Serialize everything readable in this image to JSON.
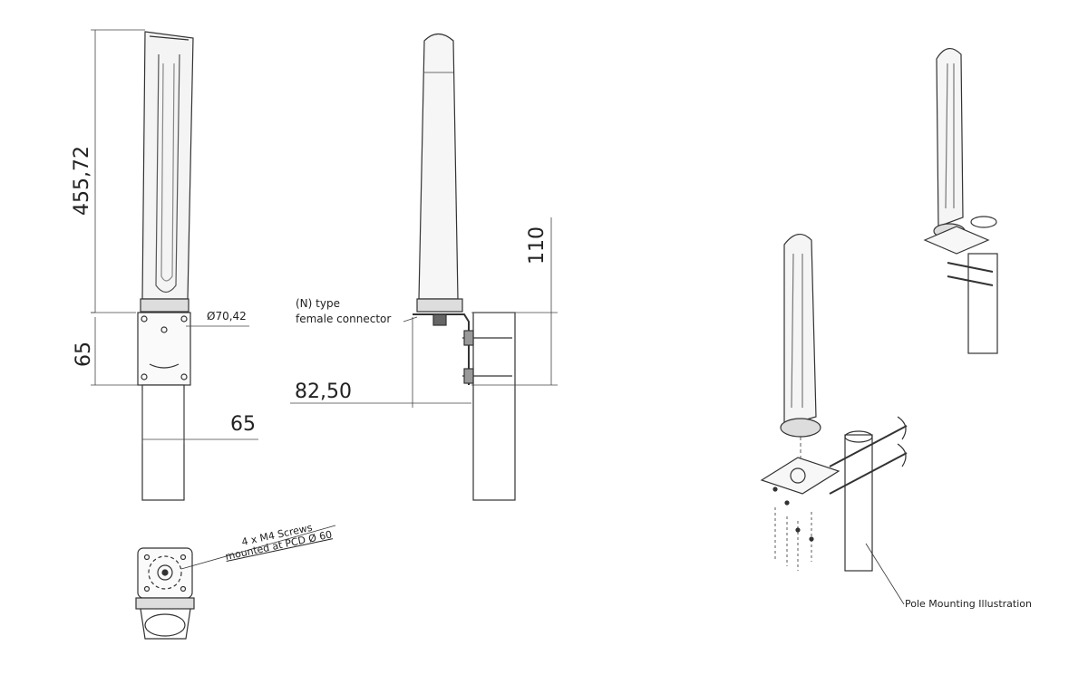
{
  "front_view": {
    "height_dim": "455,72",
    "bracket_dim": "65",
    "pole_width_dim": "65",
    "diameter_dim": "Ø70,42"
  },
  "side_view": {
    "connector_callout_line1": "(N) type",
    "connector_callout_line2": "female connector",
    "offset_dim": "82,50",
    "bracket_height_dim": "110"
  },
  "bottom_view": {
    "screws_line1": "4 x M4 Screws",
    "screws_line2": "mounted at PCD Ø 60"
  },
  "isometric": {
    "caption": "Pole Mounting Illustration"
  }
}
